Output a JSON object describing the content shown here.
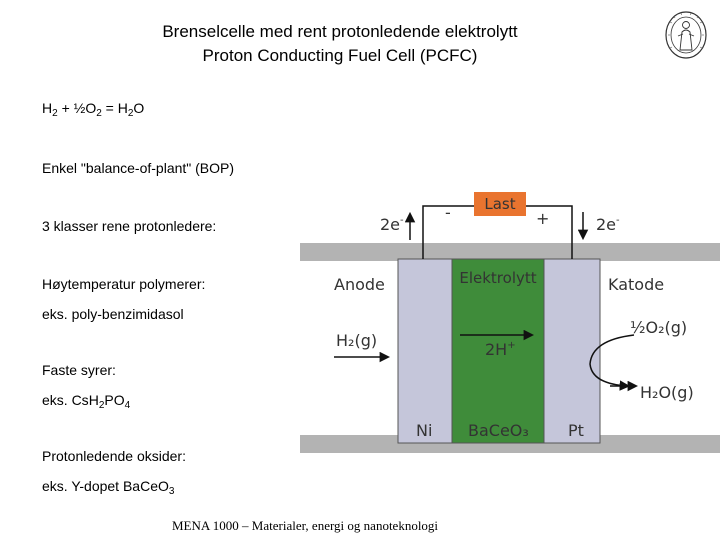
{
  "title": {
    "line1": "Brenselcelle med rent protonledende elektrolytt",
    "line2": "Proton Conducting Fuel Cell (PCFC)"
  },
  "logo": {
    "icon": "university-seal-icon"
  },
  "reaction": {
    "h": "H",
    "s2": "2",
    "plus_half_o": " + ½O",
    "eq": " = H",
    "o": "O"
  },
  "bop": "Enkel \"balance-of-plant\" (BOP)",
  "classes": "3 klasser rene protonledere:",
  "polymers": {
    "heading": "Høytemperatur polymerer:",
    "example": "eks. poly-benzimidasol"
  },
  "acids": {
    "heading": "Faste syrer:",
    "prefix": "eks. Cs",
    "h": "H",
    "s2": "2",
    "po": "PO",
    "s4": "4"
  },
  "oxides": {
    "heading": "Protonledende oksider:",
    "prefix": "eks. Y-dopet Ba",
    "ce": "Ce",
    "o": "O",
    "s3": "3"
  },
  "diagram": {
    "load": "Last",
    "minus": "-",
    "plus": "+",
    "electrons_left": "2e",
    "electrons_right": "2e",
    "electron_charge": "-",
    "anode": "Anode",
    "electrolyte": "Elektrolytt",
    "cathode": "Katode",
    "h2_gas": "H₂(g)",
    "protons": "2H",
    "proton_charge": "+",
    "half_o2_gas": "½O₂(g)",
    "water_gas": "H₂O(g)",
    "anode_material": "Ni",
    "electrolyte_material": "BaCeO₃",
    "cathode_material": "Pt",
    "colors": {
      "load_box": "#e9742f",
      "electrolyte": "#3f8c3a",
      "electrode": "#c5c6da",
      "plate": "#b3b3b3"
    }
  },
  "footer": "MENA 1000 – Materialer, energi og nanoteknologi"
}
